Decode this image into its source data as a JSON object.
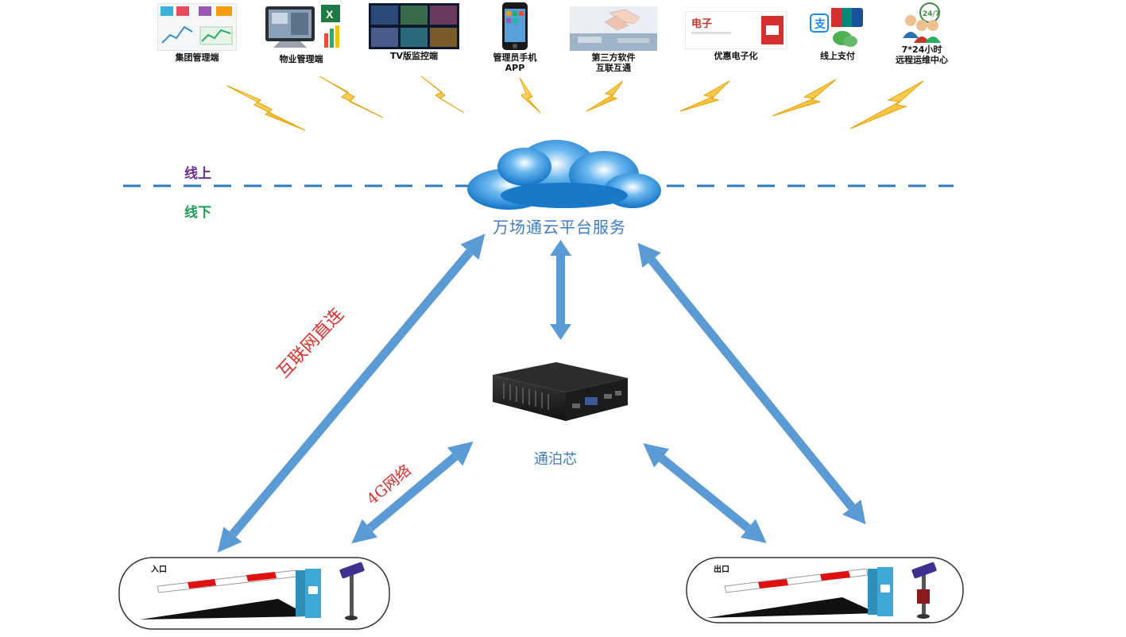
{
  "top_items": [
    {
      "label": "集团管理端",
      "icon": "dashboard-screens-icon"
    },
    {
      "label": "物业管理端",
      "icon": "monitor-excel-icon"
    },
    {
      "label": "TV版监控端",
      "icon": "tv-monitor-wall-icon"
    },
    {
      "label": "管理员手机\nAPP",
      "icon": "mobile-phone-icon"
    },
    {
      "label": "第三方软件\n互联互通",
      "icon": "handshake-network-icon"
    },
    {
      "label": "优惠电子化",
      "icon": "e-coupon-icon"
    },
    {
      "label": "线上支付",
      "icon": "payment-logos-icon"
    },
    {
      "label": "7*24小时\n远程运维中心",
      "icon": "support-team-icon"
    }
  ],
  "zones": {
    "online": "线上",
    "offline": "线下"
  },
  "cloud": {
    "label": "万场通云平台服务",
    "icon": "cloud-icon"
  },
  "device": {
    "label": "通泊芯",
    "icon": "mini-pc-box-icon"
  },
  "links": {
    "direct": "互联网直连",
    "network_4g": "4G网络"
  },
  "gates": {
    "entrance": "入口",
    "exit": "出口"
  },
  "colors": {
    "arrow": "#5b9bd5",
    "online_text": "#6a2f8f",
    "offline_text": "#1a9e55",
    "link_text": "#d9302a",
    "cloud_text": "#3d7cc9",
    "dash_line": "#2e7bbf",
    "lightning": "#f5b800"
  }
}
